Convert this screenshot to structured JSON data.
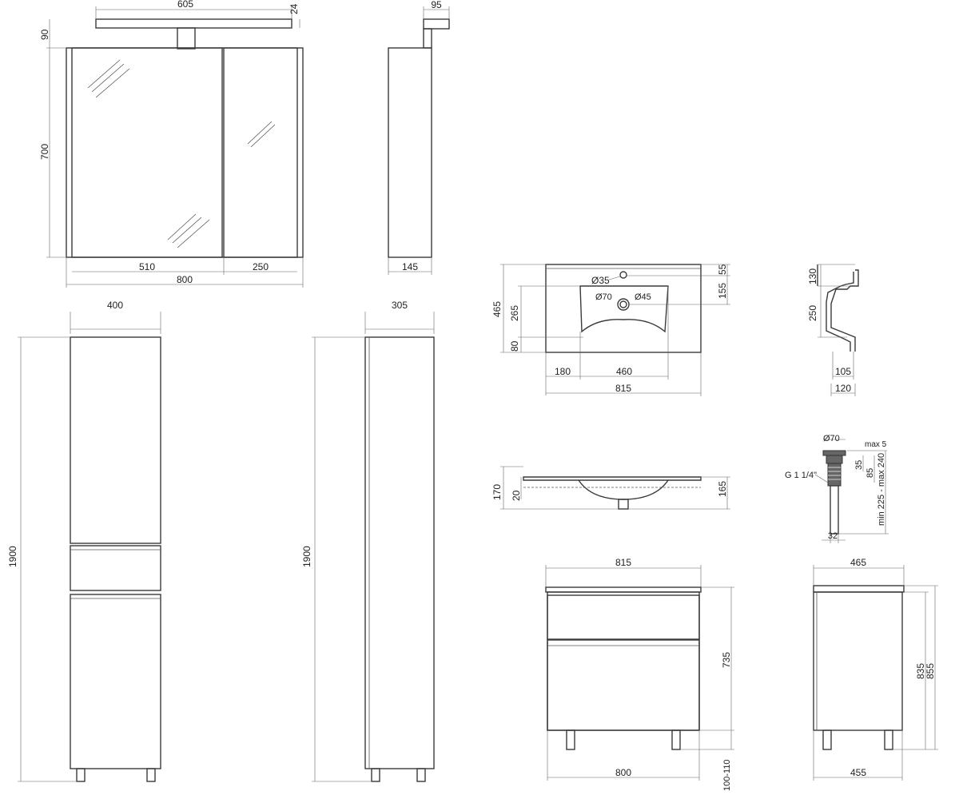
{
  "dimensions": {
    "mirror": {
      "lamp_width": "605",
      "lamp_thickness": "24",
      "lamp_height": "90",
      "height": "700",
      "left_door": "510",
      "right_door": "250",
      "total_width": "800",
      "side_lamp": "95",
      "side_depth": "145"
    },
    "tall_cabinet": {
      "width": "400",
      "depth": "305",
      "height_front": "1900",
      "height_side": "1900"
    },
    "basin_top": {
      "depth": "465",
      "bowl_depth": "265",
      "front_offset": "80",
      "back_offset": "55",
      "tap_zone": "155",
      "tap_hole": "Ø35",
      "drain_outer": "Ø70",
      "drain_inner": "Ø45",
      "left_offset": "180",
      "bowl_width": "460",
      "total_width": "815"
    },
    "basin_section": {
      "top_height": "130",
      "bowl_height": "250",
      "depth_inner": "105",
      "depth_outer": "120"
    },
    "basin_front": {
      "height": "170",
      "rim": "20",
      "right_height": "165"
    },
    "drain": {
      "diameter": "Ø70",
      "max_gap": "max 5",
      "cap_height": "35",
      "body_height": "85",
      "length_range": "min 225 - max 240",
      "thread": "G 1 1/4\"",
      "pipe": "32"
    },
    "vanity_front": {
      "top_width": "815",
      "body_height": "735",
      "leg_height": "100-110",
      "body_width": "800"
    },
    "vanity_side": {
      "top_depth": "465",
      "height_body": "835",
      "height_total": "855",
      "body_depth": "455"
    }
  }
}
